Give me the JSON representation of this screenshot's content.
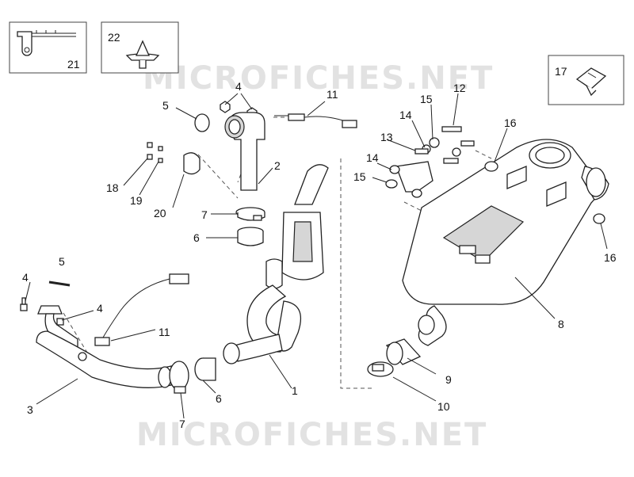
{
  "watermark": {
    "text": "MICROFICHES.NET"
  },
  "colors": {
    "line": "#222222",
    "label": "#111111",
    "watermark": "#e2e2e2",
    "shade": "#d6d6d6"
  },
  "callouts": {
    "n21": "21",
    "n22": "22",
    "n17": "17",
    "n4a": "4",
    "n5a": "5",
    "n11a": "11",
    "n12": "12",
    "n15a": "15",
    "n14a": "14",
    "n16a": "16",
    "n13": "13",
    "n14b": "14",
    "n15b": "15",
    "n18": "18",
    "n19": "19",
    "n20": "20",
    "n2": "2",
    "n7a": "7",
    "n6a": "6",
    "n16b": "16",
    "n5b": "5",
    "n4b": "4",
    "n4c": "4",
    "n11b": "11",
    "n8": "8",
    "n3": "3",
    "n1": "1",
    "n6b": "6",
    "n7b": "7",
    "n9": "9",
    "n10": "10"
  }
}
